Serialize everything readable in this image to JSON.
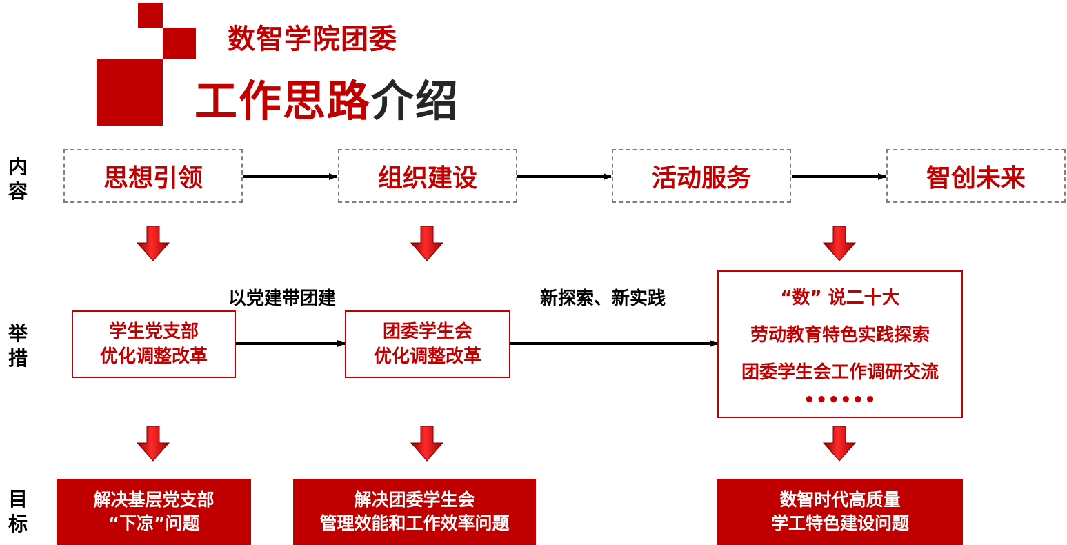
{
  "header": {
    "subtitle": "数智学院团委",
    "title_red": "工作思路",
    "title_dark": "介绍"
  },
  "row_labels": {
    "content": [
      "内",
      "容"
    ],
    "measures": [
      "举",
      "措"
    ],
    "goals": [
      "目",
      "标"
    ]
  },
  "content_boxes": [
    "思想引领",
    "组织建设",
    "活动服务",
    "智创未来"
  ],
  "edge_labels": {
    "party_building": "以党建带团建",
    "new_exploration": "新探索、新实践"
  },
  "measures": {
    "box1": [
      "学生党支部",
      "优化调整改革"
    ],
    "box2": [
      "团委学生会",
      "优化调整改革"
    ],
    "box3": [
      "“数” 说二十大",
      "劳动教育特色实践探索",
      "团委学生会工作调研交流",
      "••••••"
    ]
  },
  "goals": {
    "goal1": [
      "解决基层党支部",
      "“下凉”问题"
    ],
    "goal2": [
      "解决团委学生会",
      "管理效能和工作效率问题"
    ],
    "goal3": [
      "数智时代高质量",
      "学工特色建设问题"
    ]
  },
  "colors": {
    "accent": "#c00000",
    "title_dark": "#262626",
    "dash_border": "#7f7f7f"
  }
}
